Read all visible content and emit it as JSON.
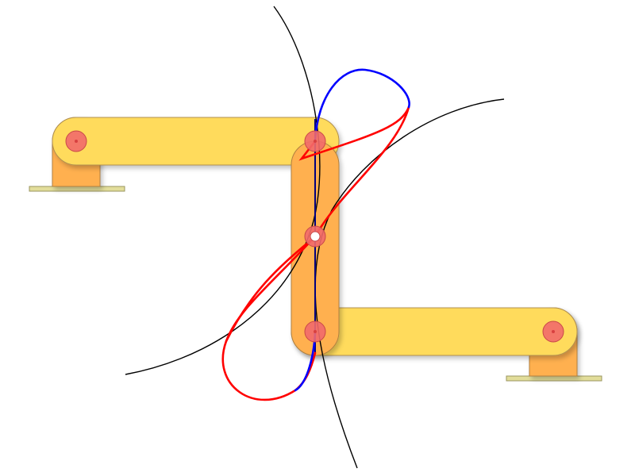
{
  "mechanism": {
    "name": "",
    "colors": {
      "background": "#ffffff",
      "link_fill": "#ffdb5c",
      "crank_fill": "#ffb050",
      "link_stroke": "#b09050",
      "base_fill": "#e2dd9a",
      "base_stroke": "#9a9660",
      "joint_fill": "#f26a6a",
      "joint_stroke": "#c84848",
      "coupler_joint_fill": "#ffffff",
      "blue_curve": "#0000ff",
      "red_curve": "#ff0000",
      "reference_arc": "#000000",
      "vertical_line": "#000080"
    },
    "ground_pivots": [
      "left-ground-pivot",
      "right-ground-pivot"
    ],
    "moving_joints": [
      "top-joint",
      "middle-coupler-joint",
      "bottom-joint"
    ],
    "traced_curves": [
      {
        "id": "blue-path",
        "color": "#0000ff"
      },
      {
        "id": "red-path",
        "color": "#ff0000"
      }
    ]
  }
}
